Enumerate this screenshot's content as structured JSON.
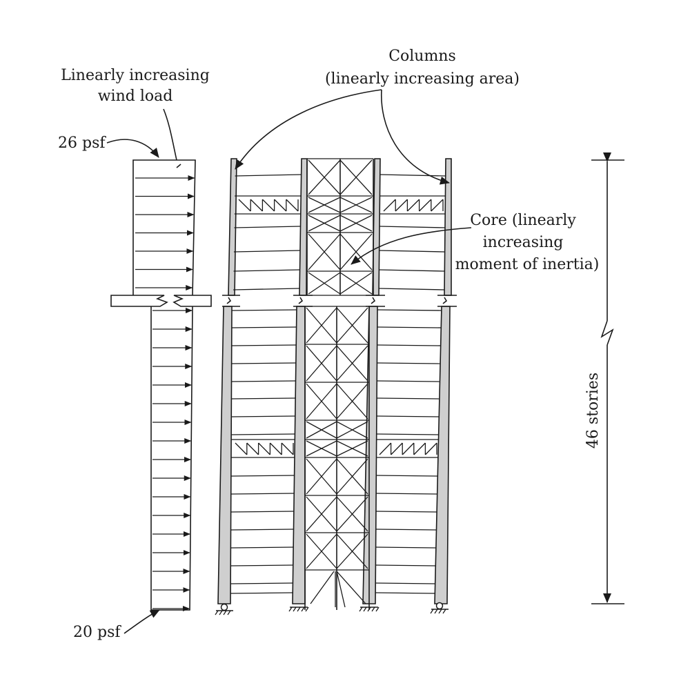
{
  "labels": {
    "wind_title_1": "Linearly increasing",
    "wind_title_2": "wind load",
    "load_top": "26 psf",
    "load_bottom": "20 psf",
    "columns_1": "Columns",
    "columns_2": "(linearly increasing area)",
    "core_1": "Core (linearly",
    "core_2": "increasing",
    "core_3": "moment of inertia)",
    "height": "46 stories"
  },
  "colors": {
    "ink": "#1a1a1a",
    "column_fill": "#cfcfcf",
    "background": "#ffffff"
  }
}
